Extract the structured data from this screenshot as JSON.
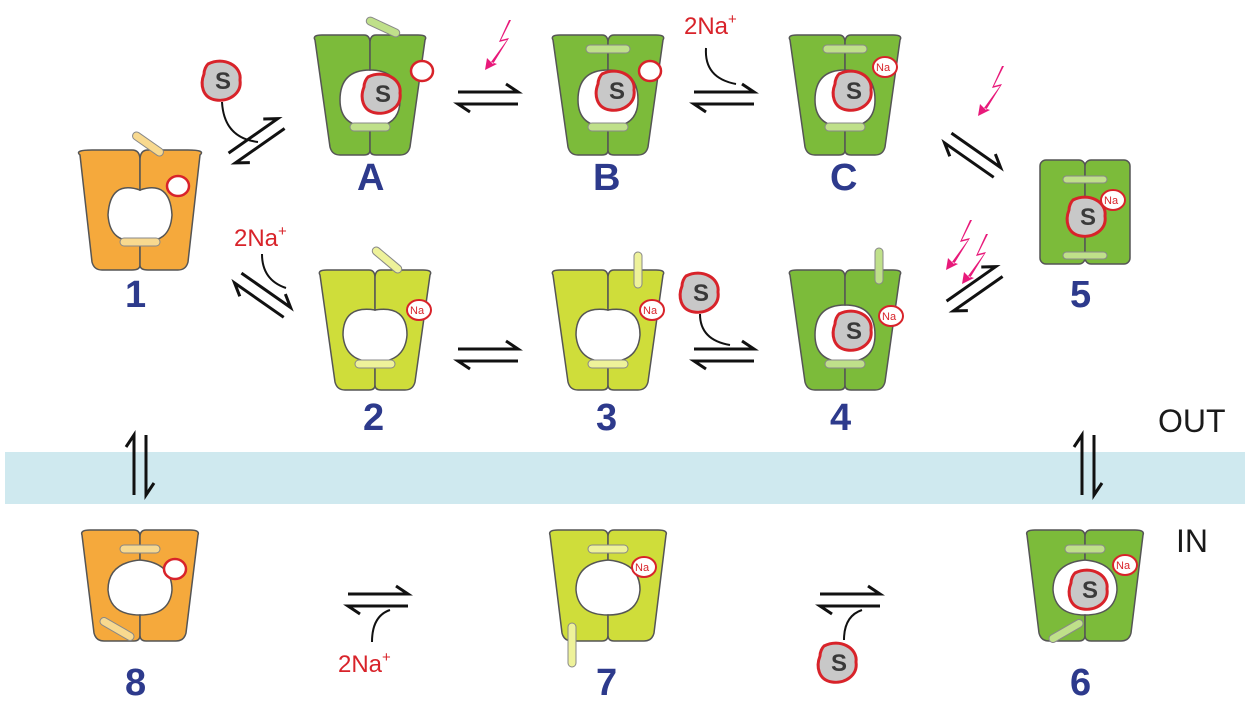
{
  "labels": {
    "out": "OUT",
    "in": "IN"
  },
  "state_labels": {
    "s1": "1",
    "s2": "2",
    "s3": "3",
    "s4": "4",
    "s5": "5",
    "s6": "6",
    "s7": "7",
    "s8": "8",
    "sA": "A",
    "sB": "B",
    "sC": "C"
  },
  "sodium": {
    "base": "2Na",
    "charge": "+",
    "bound": "Na"
  },
  "substrate_symbol": "S",
  "colors": {
    "orange": "#f5a93c",
    "yellow": "#cfdd3a",
    "green": "#7cbb3a",
    "membrane": "#cfe9ef",
    "label": "#2d3a8c",
    "sodium": "#d8232a",
    "light_flash": "#e8197a"
  },
  "icons": [
    "light-flash-icon",
    "equilibrium-arrow-icon",
    "curved-arrow-icon",
    "substrate-icon",
    "sodium-ion-icon"
  ]
}
